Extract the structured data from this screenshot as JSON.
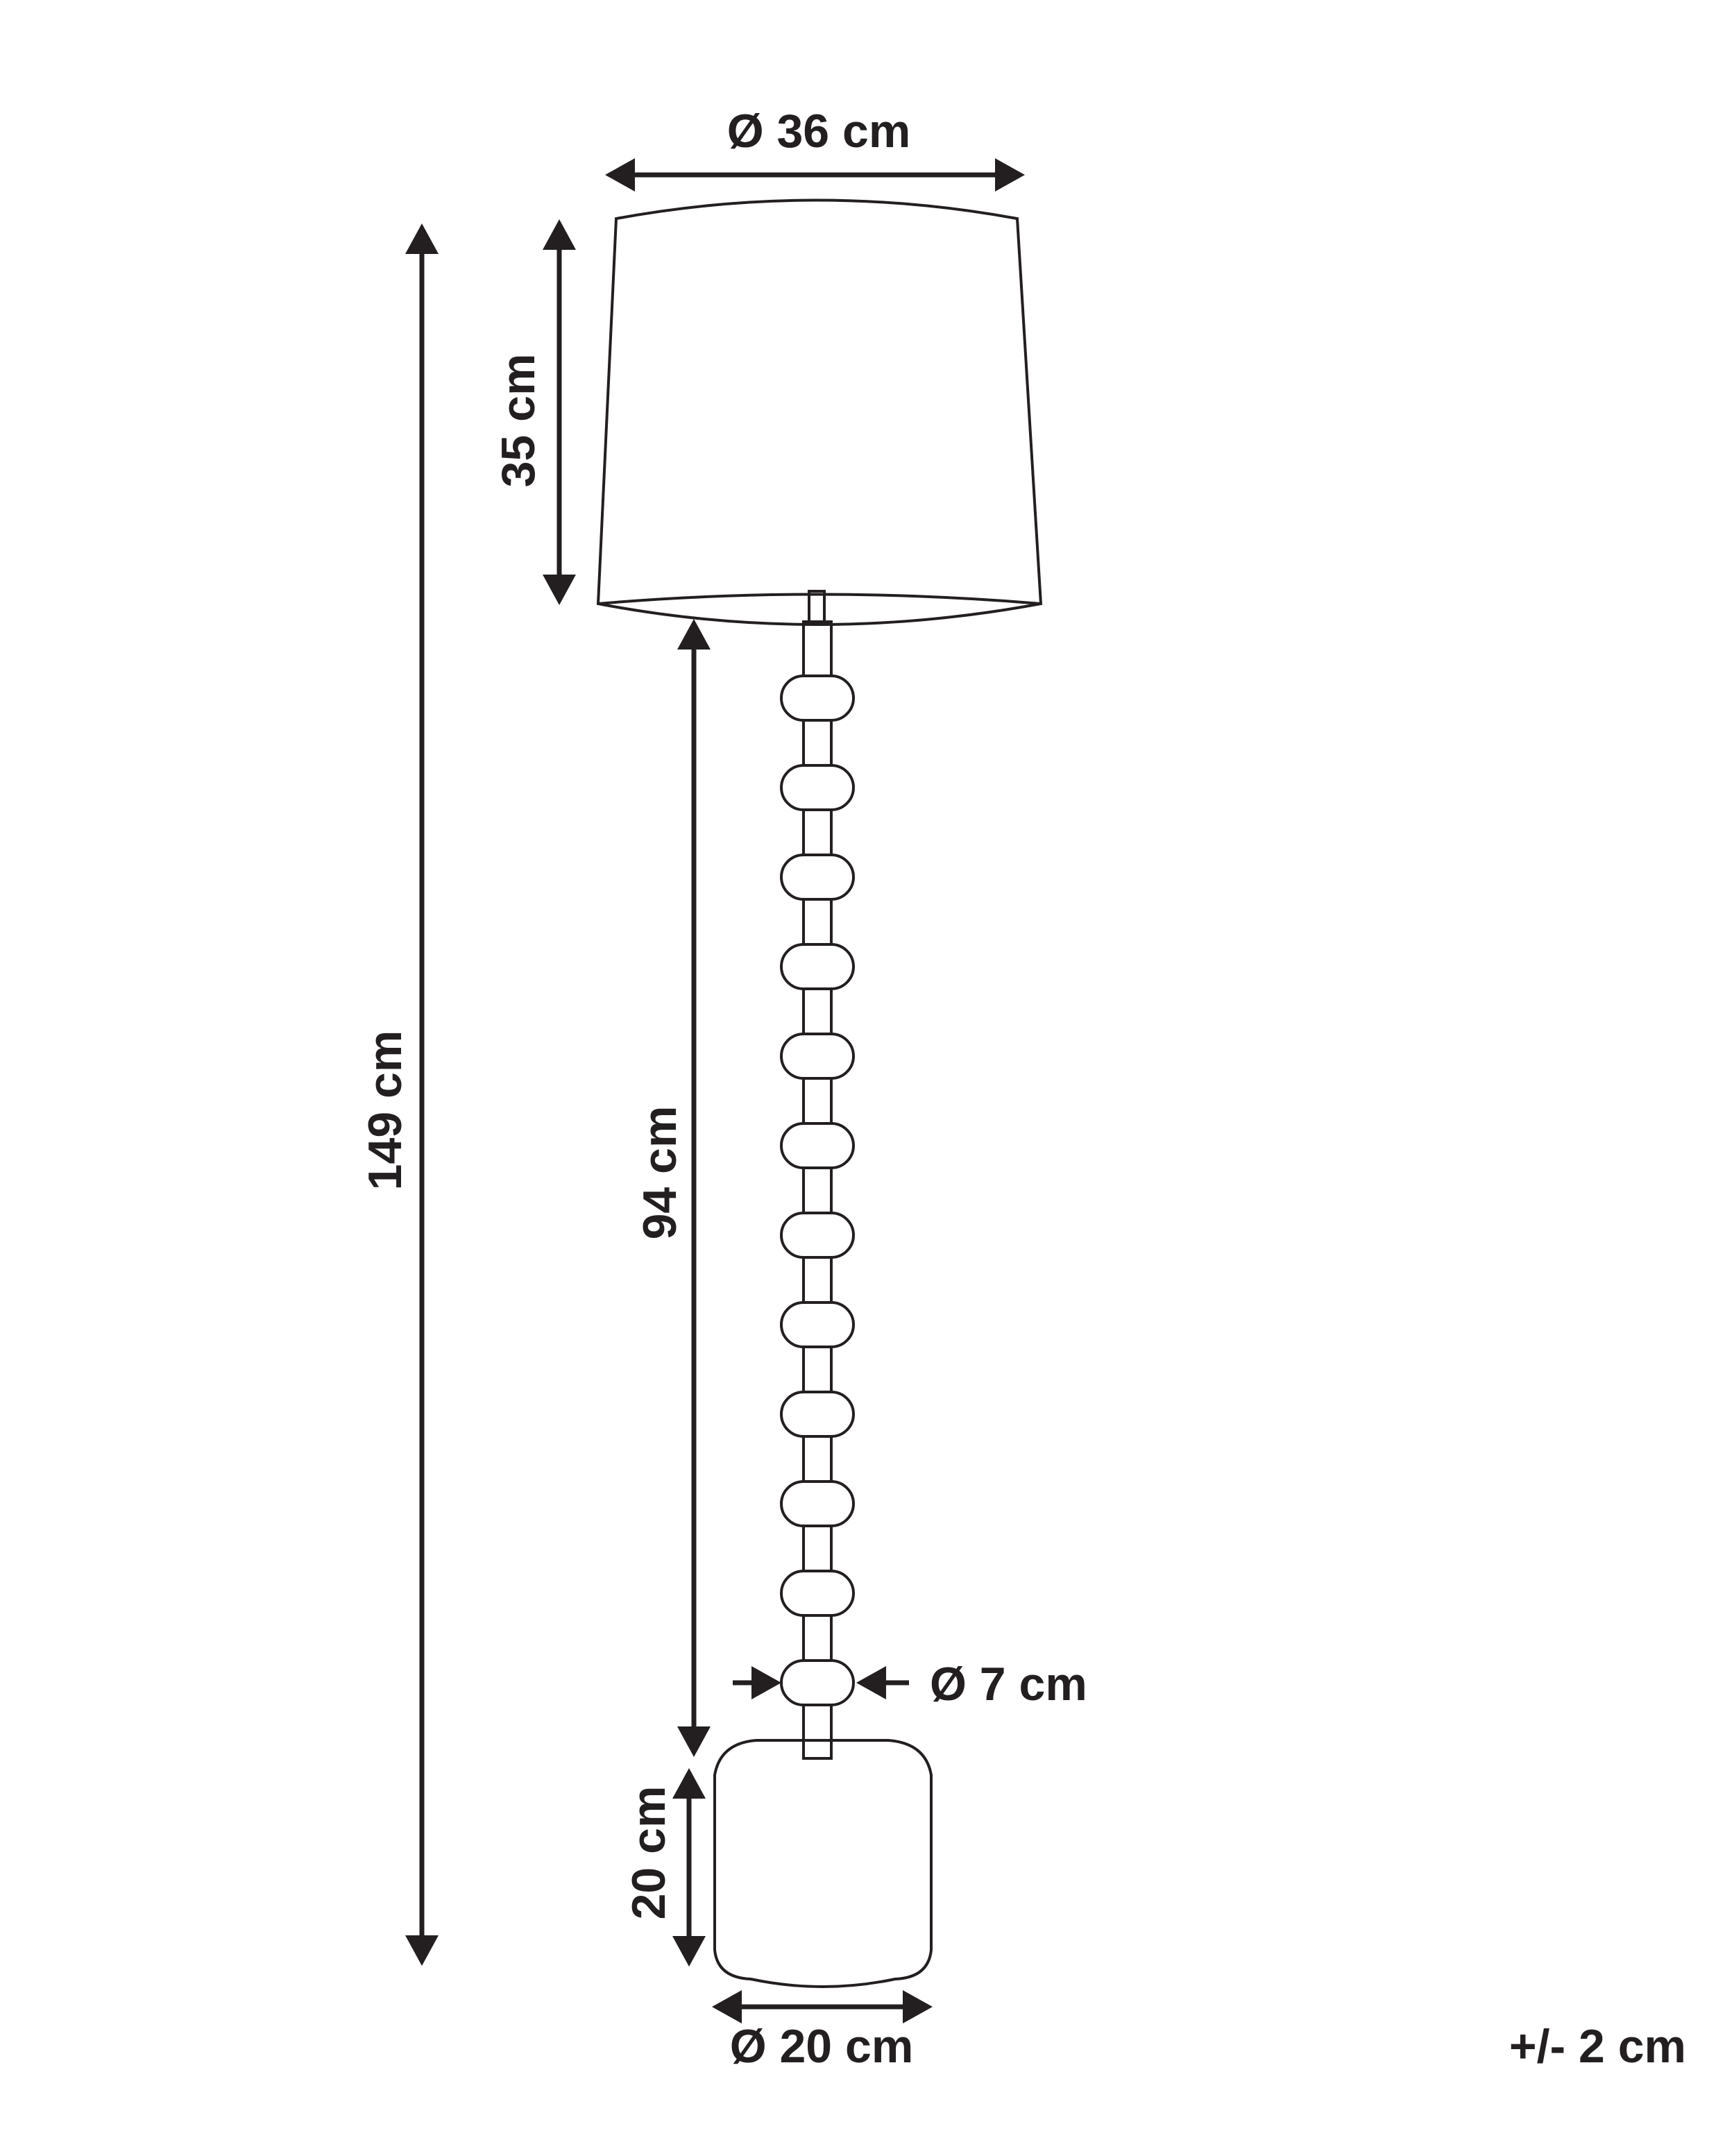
{
  "dimensions": {
    "shade_diameter": "Ø 36 cm",
    "shade_height": "35 cm",
    "total_height": "149 cm",
    "stem_height": "94 cm",
    "bead_diameter": "Ø 7 cm",
    "base_height": "20 cm",
    "base_diameter": "Ø 20 cm",
    "tolerance": "+/- 2 cm"
  },
  "lamp": {
    "bead_count": 12
  },
  "colors": {
    "line": "#231f20",
    "background": "#ffffff"
  }
}
